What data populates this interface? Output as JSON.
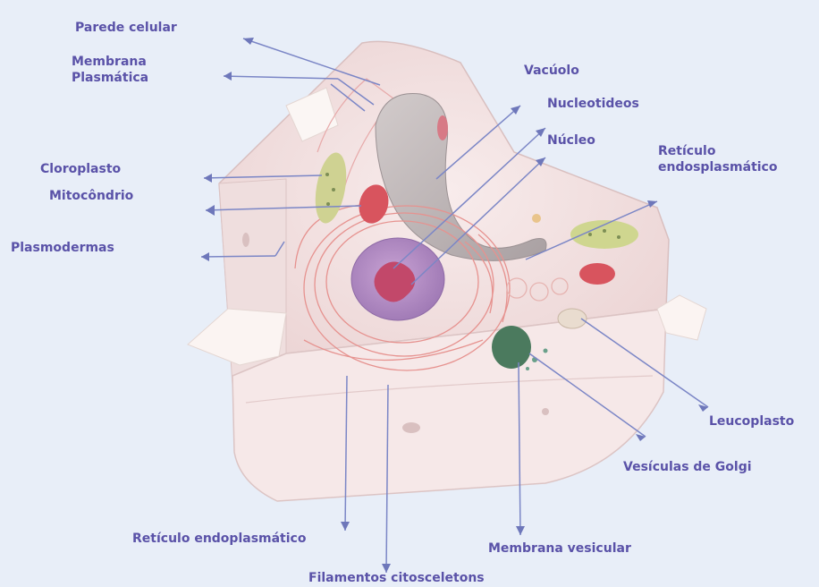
{
  "labels": {
    "parede_celular": "Parede celular",
    "membrana_plasmatica": "Membrana\nPlasmática",
    "cloroplasto": "Cloroplasto",
    "mitocondrio": "Mitocôndrio",
    "plasmodermas": "Plasmodermas",
    "vacuolo": "Vacúolo",
    "nucleotideos": "Nucleotideos",
    "nucleo": "Núcleo",
    "reticulo_endosplasmatico": "Retículo\nendosplasmático",
    "leucoplasto": "Leucoplasto",
    "vesiculas_golgi": "Vesículas de Golgi",
    "reticulo_endoplasmatico": "Retículo endoplasmático",
    "membrana_vesicular": "Membrana vesicular",
    "filamentos": "Filamentos citosceletons"
  },
  "colors": {
    "background": "#e8eef8",
    "label_text": "#5a52a8",
    "leader_line": "#7b86c6",
    "cell_body": "#f4e3e3",
    "membrane_folds": "#e89a9a",
    "mitochondria": "#d8545e",
    "chloroplast": "#c9cf8d",
    "nucleus": "#b690c4",
    "golgi": "#4b7a5e",
    "vacuole": "#bcb4b4"
  }
}
